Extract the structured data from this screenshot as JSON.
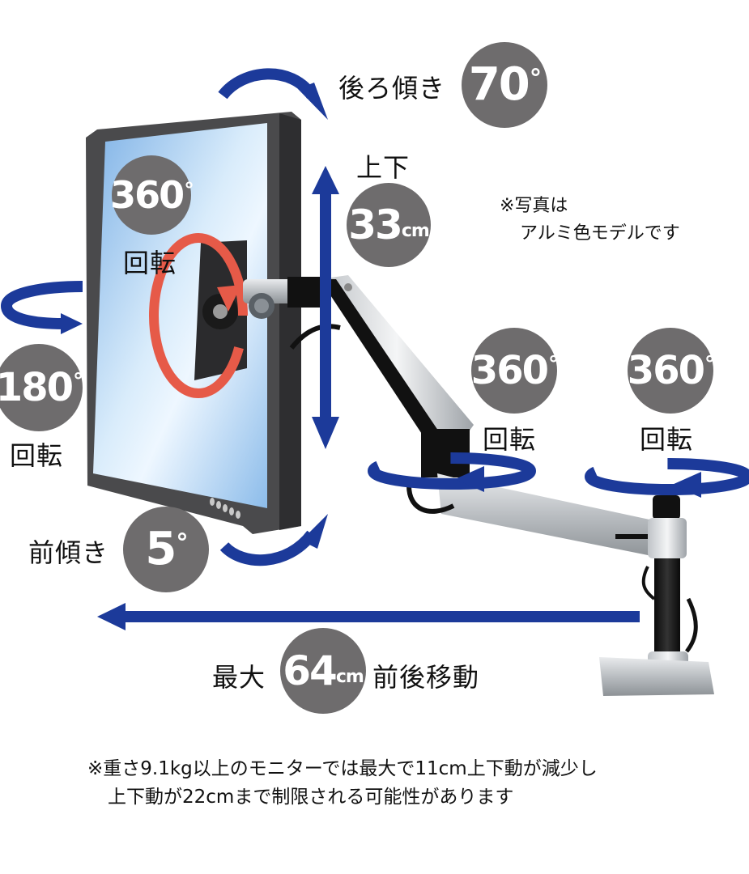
{
  "colors": {
    "arrow_blue": "#1c3a9a",
    "badge_gray": "#6e6c6d",
    "rotation_red": "#e65a48",
    "screen_blue": "#a9cdf0",
    "monitor_bezel": "#3a3a3c"
  },
  "features": {
    "tilt_back": {
      "label": "後ろ傾き",
      "value": "70",
      "unit": "°",
      "icon": "curved-arrow-icon"
    },
    "height": {
      "label": "上下",
      "value": "33",
      "unit": "cm",
      "icon": "vertical-double-arrow-icon"
    },
    "screen_rotation": {
      "value": "360",
      "unit": "°",
      "label": "回転",
      "icon": "circular-rotation-icon"
    },
    "swivel_left": {
      "value": "180",
      "unit": "°",
      "label": "回転",
      "icon": "horizontal-rotation-arrow-icon"
    },
    "elbow_rotation": {
      "value": "360",
      "unit": "°",
      "label": "回転",
      "icon": "horizontal-rotation-arrow-icon"
    },
    "base_rotation": {
      "value": "360",
      "unit": "°",
      "label": "回転",
      "icon": "horizontal-rotation-arrow-icon"
    },
    "tilt_forward": {
      "label": "前傾き",
      "value": "5",
      "unit": "°",
      "icon": "curved-arrow-icon"
    },
    "reach": {
      "prefix": "最大",
      "value": "64",
      "unit": "cm",
      "suffix": "前後移動",
      "icon": "left-arrow-icon"
    }
  },
  "photo_note": {
    "line1": "※写真は",
    "line2": "アルミ色モデルです"
  },
  "footnote": {
    "line1": "※重さ9.1kg以上のモニターでは最大で11cm上下動が減少し",
    "line2": "上下動が22cmまで制限される可能性があります"
  }
}
